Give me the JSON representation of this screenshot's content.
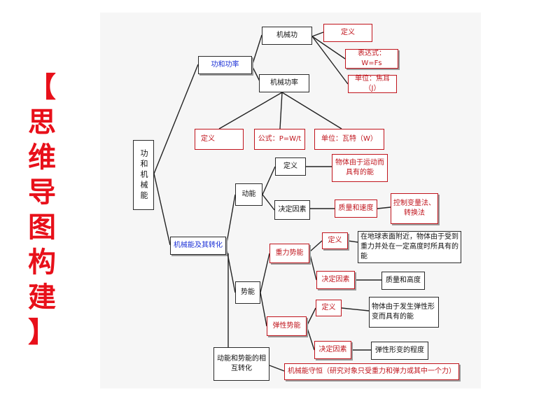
{
  "side_title": [
    "【",
    "思",
    "维",
    "导",
    "图",
    "构",
    "建",
    "】"
  ],
  "nodes": {
    "root": "功和机械能",
    "work_power": "功和功率",
    "mech_work": "机械功",
    "mech_work_def": "定义",
    "mech_work_formula": "表达式：W=Fs",
    "mech_work_unit": "单位：焦耳（J）",
    "mech_power": "机械功率",
    "mech_power_def": "定义",
    "mech_power_formula": "公式：P=W/t",
    "mech_power_unit": "单位：瓦特（W）",
    "mech_energy": "机械能及其转化",
    "kinetic": "动能",
    "kinetic_def": "定义",
    "kinetic_def_text": "物体由于运动而具有的能",
    "kinetic_factors": "决定因素",
    "kinetic_factors_text": "质量和速度",
    "kinetic_method": "控制变量法、转换法",
    "potential": "势能",
    "gravity_pe": "重力势能",
    "gravity_def": "定义",
    "gravity_def_text": "在地球表面附近，物体由于受到重力并处在一定高度时所具有的能",
    "gravity_factors": "决定因素",
    "gravity_factors_text": "质量和高度",
    "elastic_pe": "弹性势能",
    "elastic_def": "定义",
    "elastic_def_text": "物体由于发生弹性形变而具有的能",
    "elastic_factors": "决定因素",
    "elastic_factors_text": "弹性形变的程度",
    "conversion": "动能和势能的相互转化",
    "conservation": "机械能守恒（研究对象只受重力和弹力或其中一个力）"
  }
}
